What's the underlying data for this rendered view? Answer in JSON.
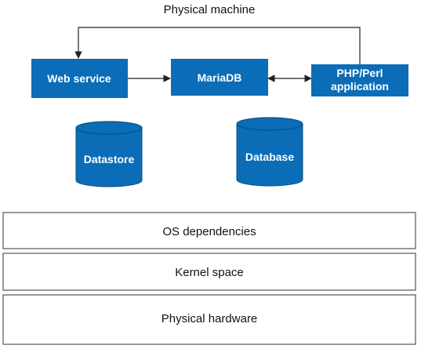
{
  "title": "Physical machine",
  "colors": {
    "node_fill": "#0B6DB7",
    "node_stroke": "#0A4F86",
    "line": "#222222"
  },
  "nodes": {
    "web_service": "Web service",
    "mariadb": "MariaDB",
    "php_perl_app": [
      "PHP/Perl",
      "application"
    ]
  },
  "storage": {
    "datastore": "Datastore",
    "database": "Database"
  },
  "layers": {
    "os_dependencies": "OS dependencies",
    "kernel_space": "Kernel space",
    "physical_hardware": "Physical hardware"
  }
}
